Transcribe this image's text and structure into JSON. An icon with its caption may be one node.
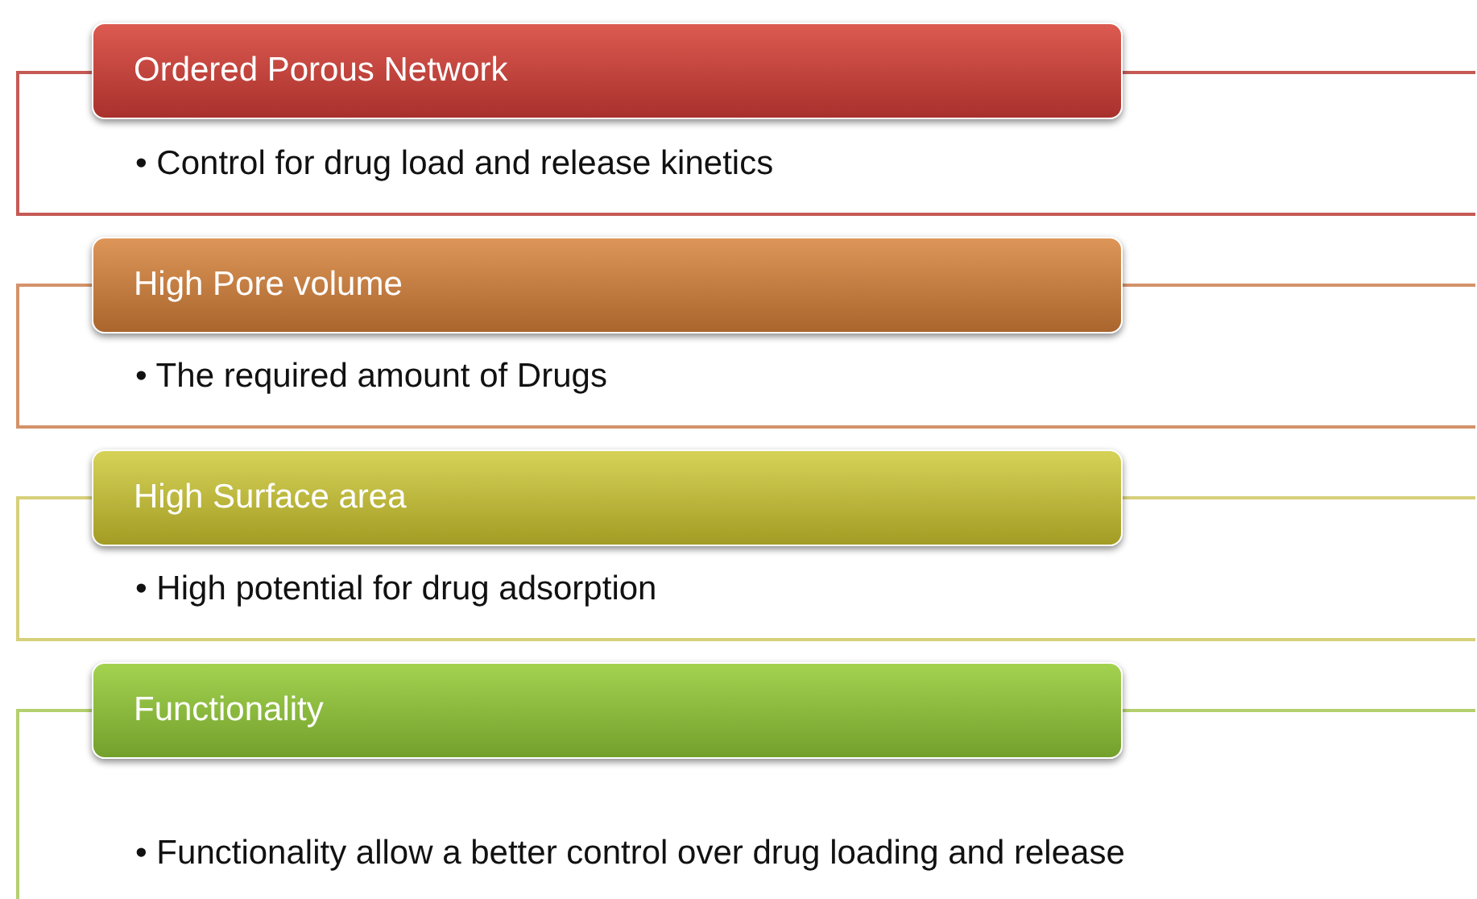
{
  "diagram": {
    "nodes": [
      {
        "text": [
          "Ordered Porous Network"
        ]
      },
      {
        "text": [
          "• Control for drug load and release kinetics"
        ]
      },
      {
        "text": [
          "High Pore volume"
        ]
      },
      {
        "text": [
          "• The required amount of Drugs"
        ]
      },
      {
        "text": [
          "High Surface area"
        ]
      },
      {
        "text": [
          "• High potential for drug adsorption"
        ]
      },
      {
        "text": [
          "Functionality"
        ]
      },
      {
        "text": [
          "• Functionality allow a better control over drug loading and release"
        ]
      }
    ]
  }
}
